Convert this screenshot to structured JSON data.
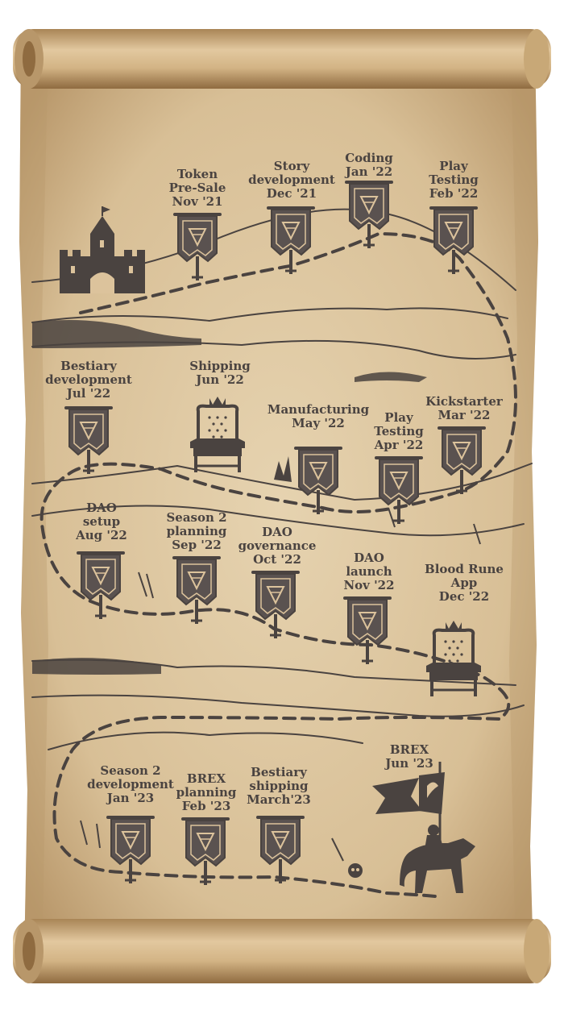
{
  "colors": {
    "parchment": "#dcc39c",
    "parchment_dark": "#b8976a",
    "ink": "#4a4340",
    "roll": "#cfae7f"
  },
  "milestones": [
    {
      "id": "token-presale",
      "lines": [
        "Token",
        "Pre-Sale",
        "Nov '21"
      ],
      "icon": "banner-icon"
    },
    {
      "id": "story-development",
      "lines": [
        "Story",
        "development",
        "Dec '21"
      ],
      "icon": "banner-icon"
    },
    {
      "id": "coding",
      "lines": [
        "Coding",
        "Jan '22"
      ],
      "icon": "banner-icon"
    },
    {
      "id": "play-testing-feb",
      "lines": [
        "Play",
        "Testing",
        "Feb '22"
      ],
      "icon": "banner-icon"
    },
    {
      "id": "bestiary-development",
      "lines": [
        "Bestiary",
        "development",
        "Jul '22"
      ],
      "icon": "banner-icon"
    },
    {
      "id": "shipping",
      "lines": [
        "Shipping",
        "Jun '22"
      ],
      "icon": "throne-icon"
    },
    {
      "id": "manufacturing",
      "lines": [
        "Manufacturing",
        "May '22"
      ],
      "icon": "banner-icon"
    },
    {
      "id": "play-testing-apr",
      "lines": [
        "Play",
        "Testing",
        "Apr '22"
      ],
      "icon": "banner-icon"
    },
    {
      "id": "kickstarter",
      "lines": [
        "Kickstarter",
        "Mar '22"
      ],
      "icon": "banner-icon"
    },
    {
      "id": "dao-setup",
      "lines": [
        "DAO",
        "setup",
        "Aug '22"
      ],
      "icon": "banner-icon"
    },
    {
      "id": "season2-planning",
      "lines": [
        "Season 2",
        "planning",
        "Sep '22"
      ],
      "icon": "banner-icon"
    },
    {
      "id": "dao-governance",
      "lines": [
        "DAO",
        "governance",
        "Oct '22"
      ],
      "icon": "banner-icon"
    },
    {
      "id": "dao-launch",
      "lines": [
        "DAO",
        "launch",
        "Nov '22"
      ],
      "icon": "banner-icon"
    },
    {
      "id": "blood-rune-app",
      "lines": [
        "Blood Rune",
        "App",
        "Dec '22"
      ],
      "icon": "throne-icon"
    },
    {
      "id": "season2-development",
      "lines": [
        "Season 2",
        "development",
        "Jan '23"
      ],
      "icon": "banner-icon"
    },
    {
      "id": "brex-planning",
      "lines": [
        "BREX",
        "planning",
        "Feb '23"
      ],
      "icon": "banner-icon"
    },
    {
      "id": "bestiary-shipping",
      "lines": [
        "Bestiary",
        "shipping",
        "March'23"
      ],
      "icon": "banner-icon"
    },
    {
      "id": "brex-launch",
      "lines": [
        "BREX",
        "Jun '23"
      ],
      "icon": "knight-flag-icon"
    }
  ]
}
